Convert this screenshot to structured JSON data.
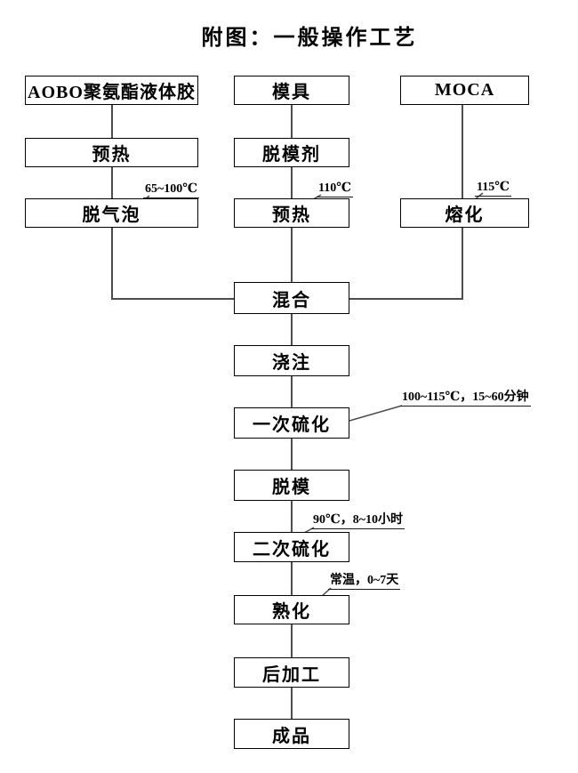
{
  "title": "附图：一般操作工艺",
  "flowchart": {
    "nodes": {
      "aobo": "AOBO聚氨酯液体胶",
      "preheat_glue": "预热",
      "degas": "脱气泡",
      "mold": "模具",
      "release_agent": "脱模剂",
      "preheat_mold": "预热",
      "moca": "MOCA",
      "melt": "熔化",
      "mix": "混合",
      "pour": "浇注",
      "first_cure": "一次硫化",
      "demold": "脱模",
      "second_cure": "二次硫化",
      "aging": "熟化",
      "post_process": "后加工",
      "finished": "成品"
    },
    "annotations": {
      "degas_temp": "65~100℃",
      "preheat_mold_temp": "110℃",
      "melt_temp": "115℃",
      "first_cure_cond": "100~115℃，15~60分钟",
      "second_cure_cond": "90℃，8~10小时",
      "aging_cond": "常温，0~7天"
    },
    "colors": {
      "box_border": "#000000",
      "connector": "#4d4d4d",
      "text": "#000000",
      "background": "#ffffff"
    }
  }
}
